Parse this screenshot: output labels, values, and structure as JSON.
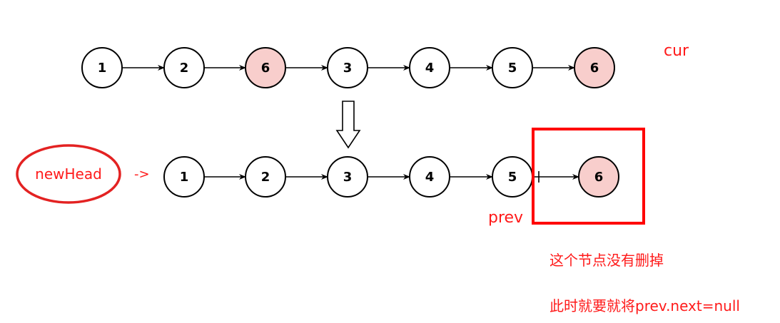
{
  "colors": {
    "highlight_fill": "#f8cecc",
    "annotation_red": "#ff1a1a",
    "stroke": "#000000"
  },
  "top_list": {
    "nodes": [
      {
        "value": "1",
        "highlight": false
      },
      {
        "value": "2",
        "highlight": false
      },
      {
        "value": "6",
        "highlight": true
      },
      {
        "value": "3",
        "highlight": false
      },
      {
        "value": "4",
        "highlight": false
      },
      {
        "value": "5",
        "highlight": false
      },
      {
        "value": "6",
        "highlight": true
      }
    ]
  },
  "bottom_list": {
    "nodes": [
      {
        "value": "1",
        "highlight": false
      },
      {
        "value": "2",
        "highlight": false
      },
      {
        "value": "3",
        "highlight": false
      },
      {
        "value": "4",
        "highlight": false
      },
      {
        "value": "5",
        "highlight": false
      },
      {
        "value": "6",
        "highlight": true
      }
    ]
  },
  "labels": {
    "cur": "cur",
    "new_head": "newHead",
    "arrow_text": "->",
    "prev": "prev",
    "note_1": "这个节点没有删掉",
    "note_2": "此时就要就将prev.next=null"
  }
}
